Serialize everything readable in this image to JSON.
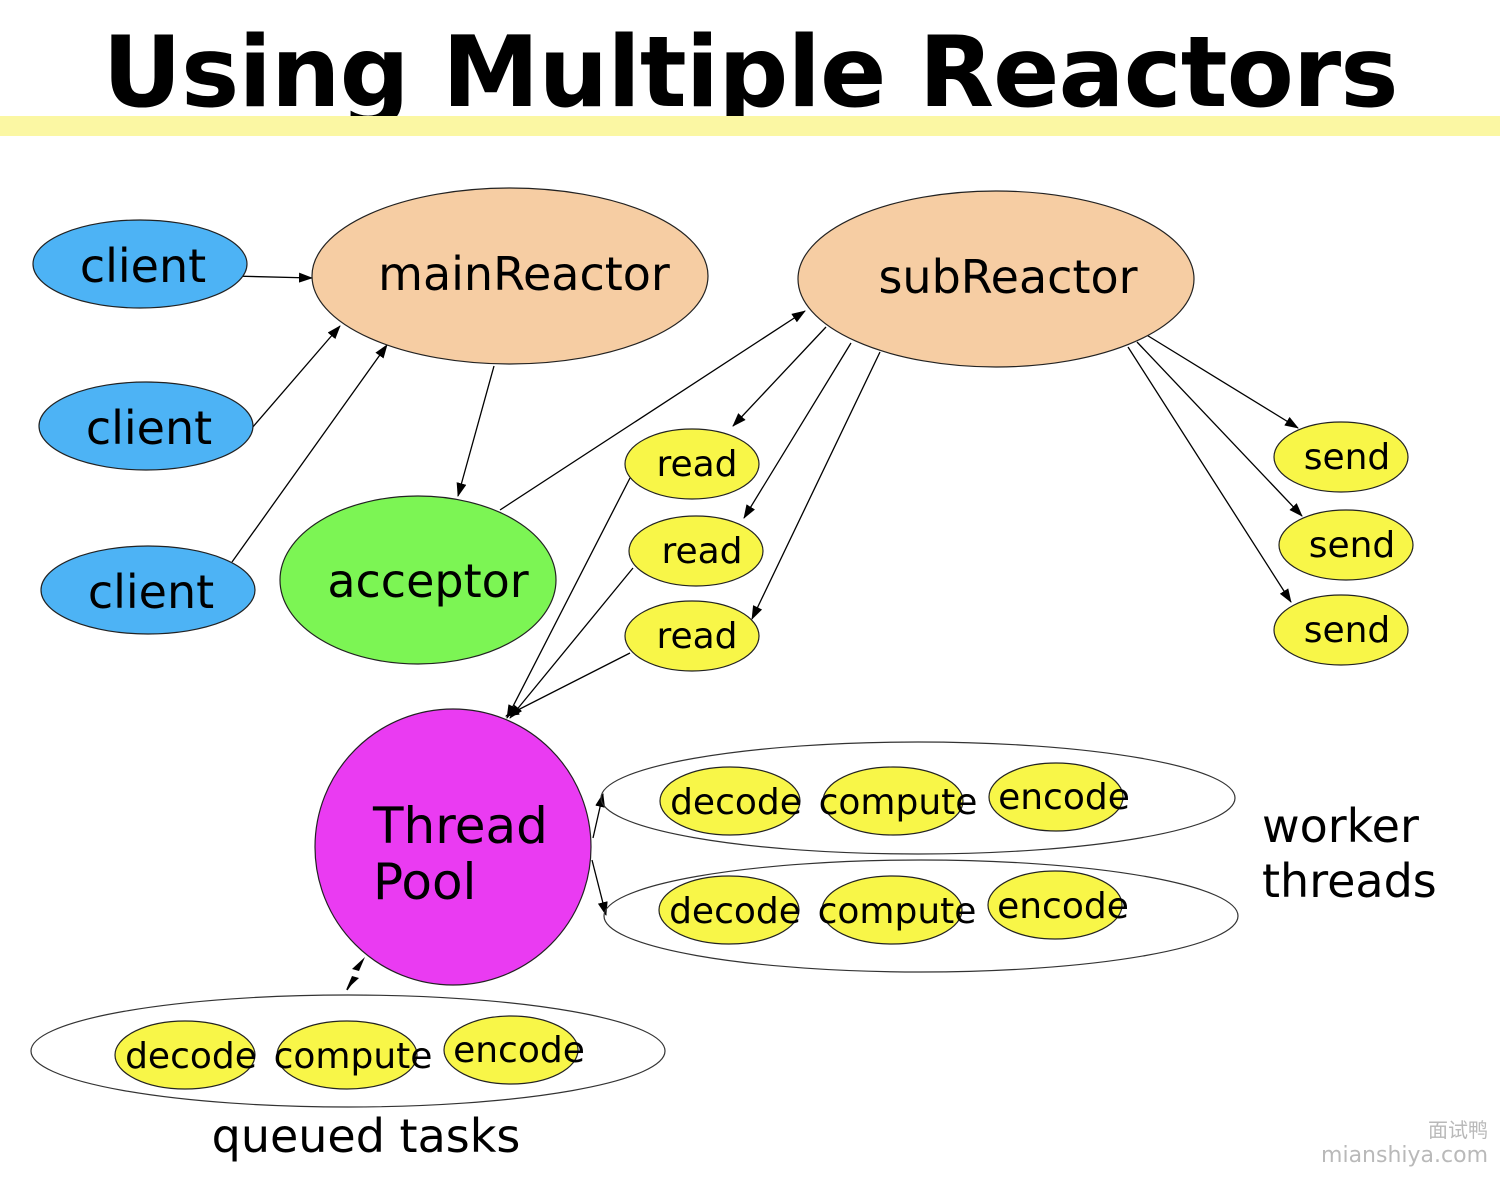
{
  "title": "Using Multiple Reactors",
  "colors": {
    "client": "#4db3f5",
    "reactor": "#f6cda3",
    "acceptor": "#7cf554",
    "task": "#f8f648",
    "thread_pool": "#ea3bf2",
    "title_bar": "#fbf7a3"
  },
  "clients": [
    "client",
    "client",
    "client"
  ],
  "main_reactor": "mainReactor",
  "sub_reactor": "subReactor",
  "acceptor": "acceptor",
  "reads": [
    "read",
    "read",
    "read"
  ],
  "sends": [
    "send",
    "send",
    "send"
  ],
  "thread_pool": {
    "line1": "Thread",
    "line2": "Pool"
  },
  "worker_threads": {
    "label_line1": "worker",
    "label_line2": "threads",
    "rows": [
      [
        "decode",
        "compute",
        "encode"
      ],
      [
        "decode",
        "compute",
        "encode"
      ]
    ]
  },
  "queued_tasks": {
    "label": "queued tasks",
    "items": [
      "decode",
      "compute",
      "encode"
    ]
  },
  "watermark": {
    "cn": "面试鸭",
    "url": "mianshiya.com"
  }
}
